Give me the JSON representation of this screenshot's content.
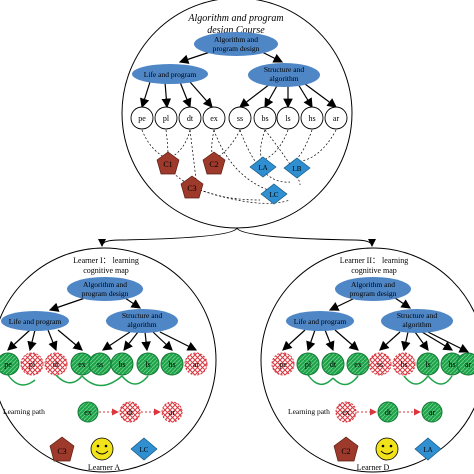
{
  "course": {
    "title_line1": "Algorithm and program",
    "title_line2": "design Course",
    "root_line1": "Algorithm and",
    "root_line2": "program design",
    "branch_left": "Life and program",
    "branch_right_line1": "Structure and",
    "branch_right_line2": "algorithm",
    "knowledge_points": [
      "pe",
      "pl",
      "dt",
      "ex",
      "ss",
      "bs",
      "ls",
      "hs",
      "ar"
    ],
    "cognitive_shapes": [
      "C1",
      "C2",
      "C3"
    ],
    "learning_shapes": [
      "LA",
      "LB",
      "LC"
    ]
  },
  "learner_a": {
    "title_line1": "Learner I： learning",
    "title_line2": "cognitive map",
    "root_line1": "Algorithm and",
    "root_line2": "program design",
    "branch_left": "Life and program",
    "branch_right_line1": "Structure and",
    "branch_right_line2": "algorithm",
    "nodes": [
      "pe",
      "pl",
      "dt",
      "ex",
      "ss",
      "bs",
      "ls",
      "hs",
      "ar"
    ],
    "node_states": [
      "mastered",
      "missing",
      "missing",
      "mastered",
      "mastered",
      "mastered",
      "mastered",
      "mastered",
      "missing"
    ],
    "path_label": "Learning path",
    "path_nodes": [
      "ex",
      "dt",
      "ar"
    ],
    "path_states": [
      "mastered",
      "missing",
      "missing"
    ],
    "badges": [
      "C3",
      "",
      "LC"
    ],
    "caption": "Learner A"
  },
  "learner_d": {
    "title_line1": "Learner II： learning",
    "title_line2": "cognitive map",
    "root_line1": "Algorithm and",
    "root_line2": "program design",
    "branch_left": "Life and program",
    "branch_right_line1": "Structure and",
    "branch_right_line2": "algorithm",
    "nodes": [
      "pe",
      "pl",
      "dt",
      "ex",
      "ss",
      "bs",
      "ls",
      "hs",
      "ar"
    ],
    "node_states": [
      "missing",
      "mastered",
      "mastered",
      "mastered",
      "missing",
      "missing",
      "mastered",
      "mastered",
      "mastered"
    ],
    "path_label": "Learning path",
    "path_nodes": [
      "ex",
      "dt",
      "ar"
    ],
    "path_states": [
      "missing",
      "mastered",
      "mastered"
    ],
    "badges": [
      "C2",
      "",
      "LA"
    ],
    "caption": "Learner D"
  },
  "colors": {
    "ellipse_blue": "#4f86c6",
    "mastered_green": "#1fa34a",
    "missing_red": "#d9363e",
    "pentagon_red": "#9e3a2c",
    "diamond_blue": "#2f8fd0",
    "smiley_yellow": "#f2e21a"
  }
}
